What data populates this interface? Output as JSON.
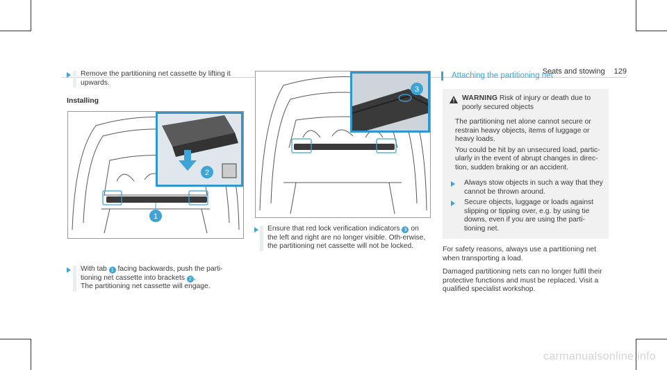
{
  "header": {
    "section": "Seats and stowing",
    "page_number": "129"
  },
  "col1": {
    "step1": "Remove the partitioning net cassette by lifting it upwards.",
    "heading": "Installing",
    "step2_a": "With tab",
    "step2_num1": "1",
    "step2_b": "facing backwards, push the parti-tioning net cassette into brackets",
    "step2_num2": "2",
    "step2_c": ".",
    "step2_d": "The partitioning net cassette will engage."
  },
  "col2": {
    "step_a": "Ensure that red lock verification indicators",
    "step_num": "3",
    "step_b": "on the left and right are no longer visible. Oth-erwise, the partitioning net cassette will not be locked."
  },
  "col3": {
    "subheading": "Attaching the partitioning net",
    "warning_title": "WARNING",
    "warning_text": "Risk of injury or death due to poorly secured objects",
    "warning_body": "The partitioning net alone cannot secure or restrain heavy objects, items of luggage or heavy loads.",
    "warning_body2": "You could be hit by an unsecured load, partic-ularly in the event of abrupt changes in direc-tion, sudden braking or an accident.",
    "bullet1": "Always stow objects in such a way that they cannot be thrown around.",
    "bullet2": "Secure objects, luggage or loads against slipping or tipping over, e.g. by using tie downs, even if you are using the parti-tioning net.",
    "para1": "For safety reasons, always use a partitioning net when transporting a load.",
    "para2": "Damaged partitioning nets can no longer fulfil their protective functions and must be replaced. Visit a qualified specialist workshop."
  },
  "figures": {
    "fig1_labels": [
      "1",
      "2"
    ],
    "fig2_labels": [
      "3"
    ]
  },
  "watermark": "carmanualsonline.info",
  "colors": {
    "accent": "#3ea4d8",
    "text": "#3a3a3a"
  }
}
